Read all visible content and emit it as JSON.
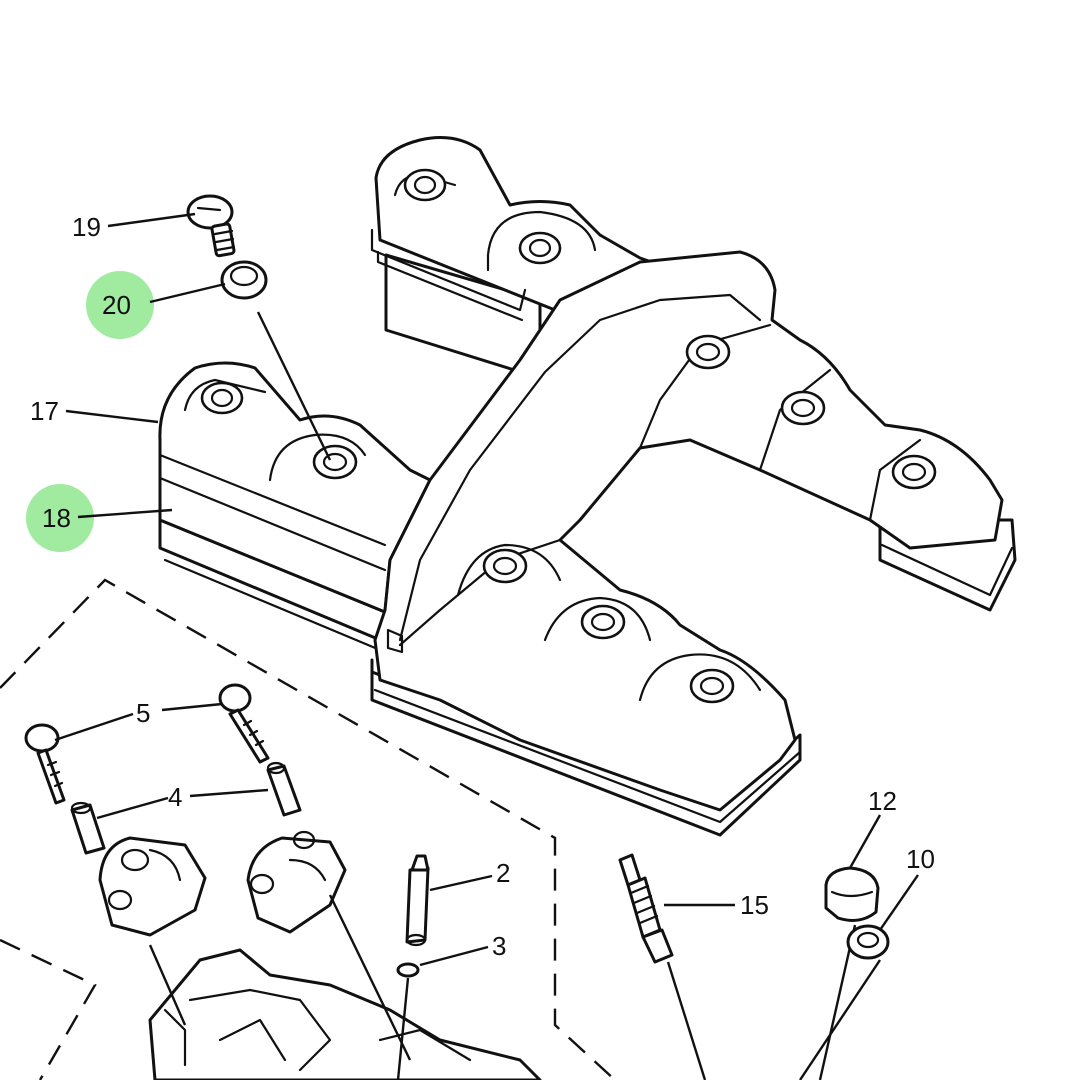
{
  "highlight_color": "#8fe88f",
  "callouts": {
    "c19": "19",
    "c20": "20",
    "c17": "17",
    "c18": "18",
    "c5": "5",
    "c4": "4",
    "c2": "2",
    "c3": "3",
    "c15": "15",
    "c12": "12",
    "c10": "10"
  },
  "highlighted": [
    "20",
    "18"
  ]
}
